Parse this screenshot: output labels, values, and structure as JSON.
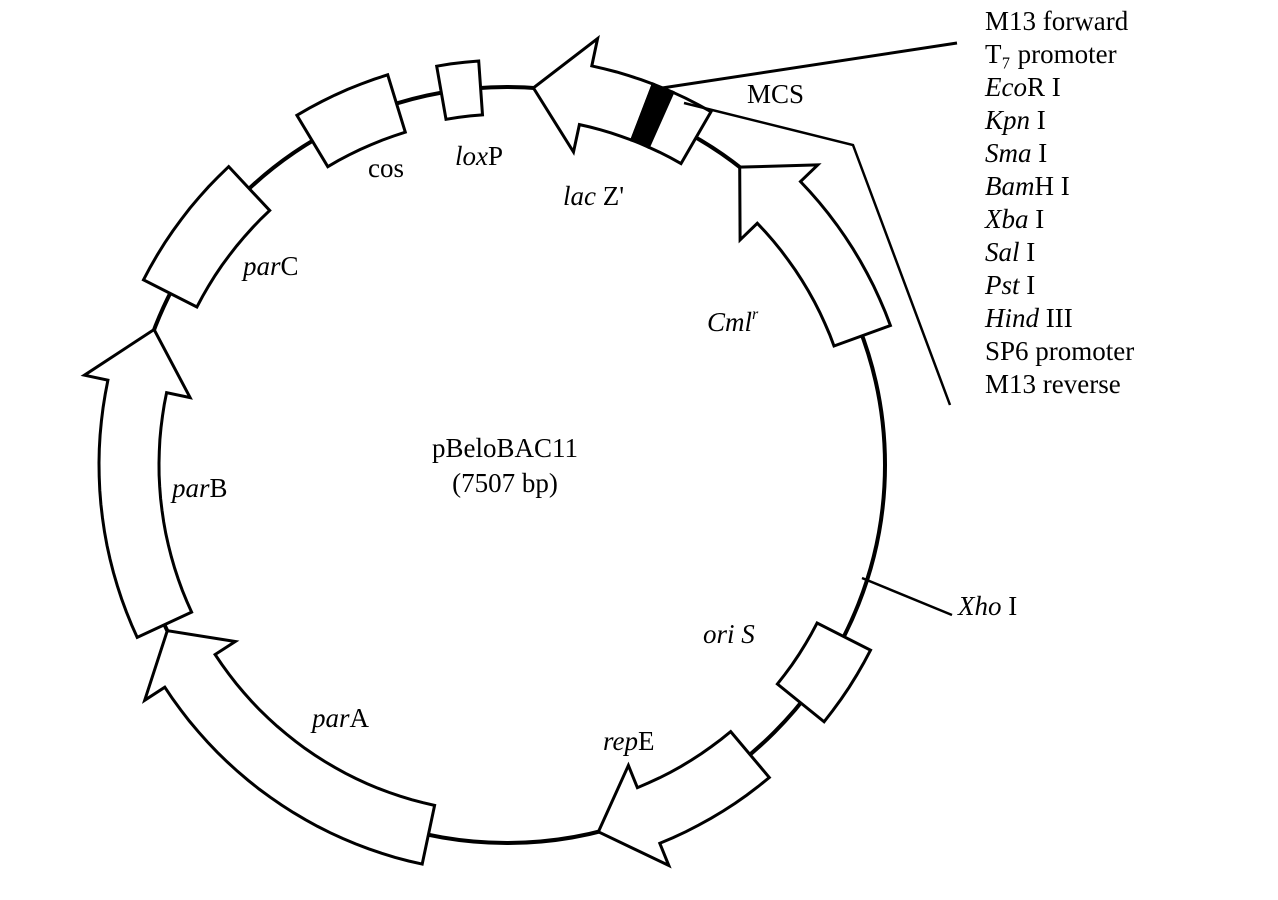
{
  "plasmid": {
    "name": "pBeloBAC11",
    "size": "(7507 bp)"
  },
  "features": {
    "loxP": {
      "italic": "lox",
      "roman": "P"
    },
    "cos": {
      "italic": "",
      "roman": "cos"
    },
    "parC": {
      "italic": "par",
      "roman": "C"
    },
    "parB": {
      "italic": "par",
      "roman": "B"
    },
    "parA": {
      "italic": "par",
      "roman": "A"
    },
    "repE": {
      "italic": "rep",
      "roman": "E"
    },
    "oriS": {
      "italic": "ori S",
      "roman": ""
    },
    "CmlR": {
      "italic": "Cml",
      "roman": "r"
    },
    "lacZ": {
      "italic": "lac",
      "roman": " Z'"
    },
    "XhoI": {
      "italic": "Xho",
      "roman": " I"
    },
    "MCS": {
      "italic": "",
      "roman": "MCS"
    }
  },
  "mcs_sites": [
    {
      "italic": "",
      "roman": "M13 forward"
    },
    {
      "italic": "",
      "roman": "T₇ promoter"
    },
    {
      "italic": "Eco",
      "roman": "R I"
    },
    {
      "italic": "Kpn",
      "roman": " I"
    },
    {
      "italic": "Sma",
      "roman": " I"
    },
    {
      "italic": "Bam",
      "roman": "H I"
    },
    {
      "italic": "Xba",
      "roman": " I"
    },
    {
      "italic": "Sal",
      "roman": " I"
    },
    {
      "italic": "Pst",
      "roman": " I"
    },
    {
      "italic": "Hind",
      "roman": " III"
    },
    {
      "italic": "",
      "roman": "SP6 promoter"
    },
    {
      "italic": "",
      "roman": "M13 reverse"
    }
  ]
}
